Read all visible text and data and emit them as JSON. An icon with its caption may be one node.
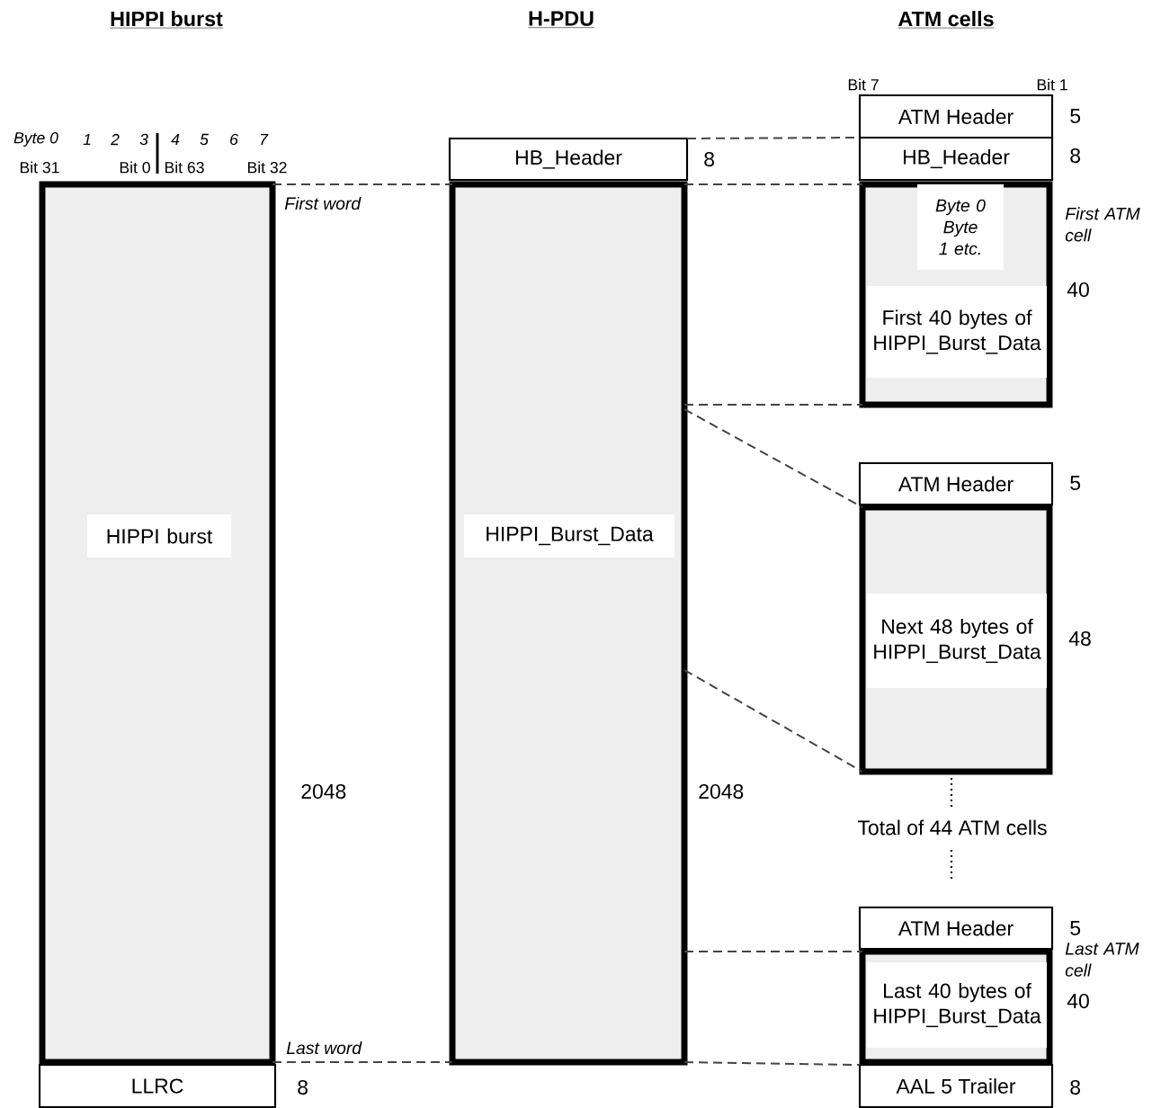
{
  "diagram": {
    "nodes": [
      {
        "text": [
          "HIPPI burst"
        ],
        "beside": [
          "First word",
          "2048",
          "Last word"
        ]
      },
      {
        "text": [
          "LLRC"
        ],
        "beside": [
          "8"
        ]
      },
      {
        "text": [
          "HB_Header"
        ],
        "beside": [
          "8"
        ]
      },
      {
        "text": [
          "HIPPI_Burst_Data"
        ],
        "beside": [
          "2048"
        ]
      },
      {
        "text": [
          "ATM Header"
        ],
        "beside": [
          "5"
        ]
      },
      {
        "text": [
          "HB_Header"
        ],
        "beside": [
          "8"
        ]
      },
      {
        "text": [
          "Byte 0 Byte 1 etc.",
          "First 40 bytes of HIPPI_Burst_Data"
        ],
        "beside": [
          "First ATM cell",
          "40"
        ]
      },
      {
        "text": [
          "ATM Header"
        ],
        "beside": [
          "5"
        ]
      },
      {
        "text": [
          "Next 48 bytes of HIPPI_Burst_Data"
        ],
        "beside": [
          "48"
        ]
      },
      {
        "text": [
          "ATM Header"
        ],
        "beside": [
          "5"
        ]
      },
      {
        "text": [
          "Last 40 bytes of HIPPI_Burst_Data"
        ],
        "beside": [
          "Last ATM cell",
          "40"
        ]
      },
      {
        "text": [
          "AAL 5 Trailer"
        ],
        "beside": [
          "8"
        ]
      }
    ],
    "edges": [
      {
        "from": 0,
        "to": 3,
        "arrow": "none",
        "style": "dashed"
      },
      {
        "from": 2,
        "to": 5,
        "arrow": "none",
        "style": "dashed"
      },
      {
        "from": 3,
        "to": 6,
        "arrow": "none",
        "style": "dashed"
      },
      {
        "from": 3,
        "to": 6,
        "arrow": "none",
        "style": "dashed"
      },
      {
        "from": 3,
        "to": 8,
        "arrow": "none",
        "style": "dashed"
      },
      {
        "from": 3,
        "to": 8,
        "arrow": "none",
        "style": "dashed"
      },
      {
        "from": 3,
        "to": 10,
        "arrow": "none",
        "style": "dashed"
      },
      {
        "from": 0,
        "to": 3,
        "arrow": "none",
        "style": "dashed"
      },
      {
        "from": 3,
        "to": 11,
        "arrow": "none",
        "style": "dashed"
      }
    ],
    "labels": [
      "HIPPI burst",
      "H-PDU",
      "ATM cells",
      "Byte 0",
      "1",
      "2",
      "3",
      "4",
      "5",
      "6",
      "7",
      "Bit 31",
      "Bit 0",
      "Bit 63",
      "Bit 32",
      "Bit 7",
      "Bit 1",
      "Total of 44 ATM cells"
    ]
  }
}
